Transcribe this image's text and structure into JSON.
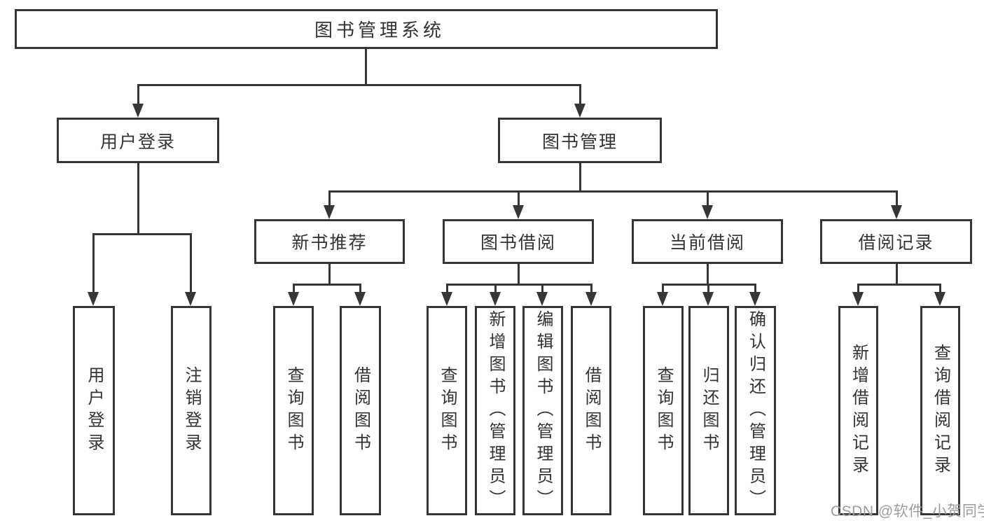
{
  "diagram_title": "图书管理系统",
  "nodes": {
    "root": {
      "label": "图书管理系统"
    },
    "user_login": {
      "label": "用户登录"
    },
    "book_management": {
      "label": "图书管理"
    },
    "new_book_recommend": {
      "label": "新书推荐"
    },
    "book_borrow": {
      "label": "图书借阅"
    },
    "current_borrow": {
      "label": "当前借阅"
    },
    "borrow_records": {
      "label": "借阅记录"
    },
    "leaf_user_login": {
      "label": "用户登录"
    },
    "leaf_logout": {
      "label": "注销登录"
    },
    "leaf_rec_query_books": {
      "label": "查询图书"
    },
    "leaf_rec_borrow_books": {
      "label": "借阅图书"
    },
    "leaf_bb_query_books": {
      "label": "查询图书"
    },
    "leaf_bb_add_books": {
      "label": "新增图书（管理员）"
    },
    "leaf_bb_edit_books": {
      "label": "编辑图书（管理员）"
    },
    "leaf_bb_borrow_books": {
      "label": "借阅图书"
    },
    "leaf_cb_query_books": {
      "label": "查询图书"
    },
    "leaf_cb_return_books": {
      "label": "归还图书"
    },
    "leaf_cb_confirm_return": {
      "label": "确认归还（管理员）"
    },
    "leaf_br_add_record": {
      "label": "新增借阅记录"
    },
    "leaf_br_query_record": {
      "label": "查询借阅记录"
    }
  },
  "watermark": "CSDN @软件_小贺同学",
  "colors": {
    "line": "#363636",
    "text": "#333333",
    "watermark": "#9c9c9c",
    "background": "#ffffff"
  }
}
